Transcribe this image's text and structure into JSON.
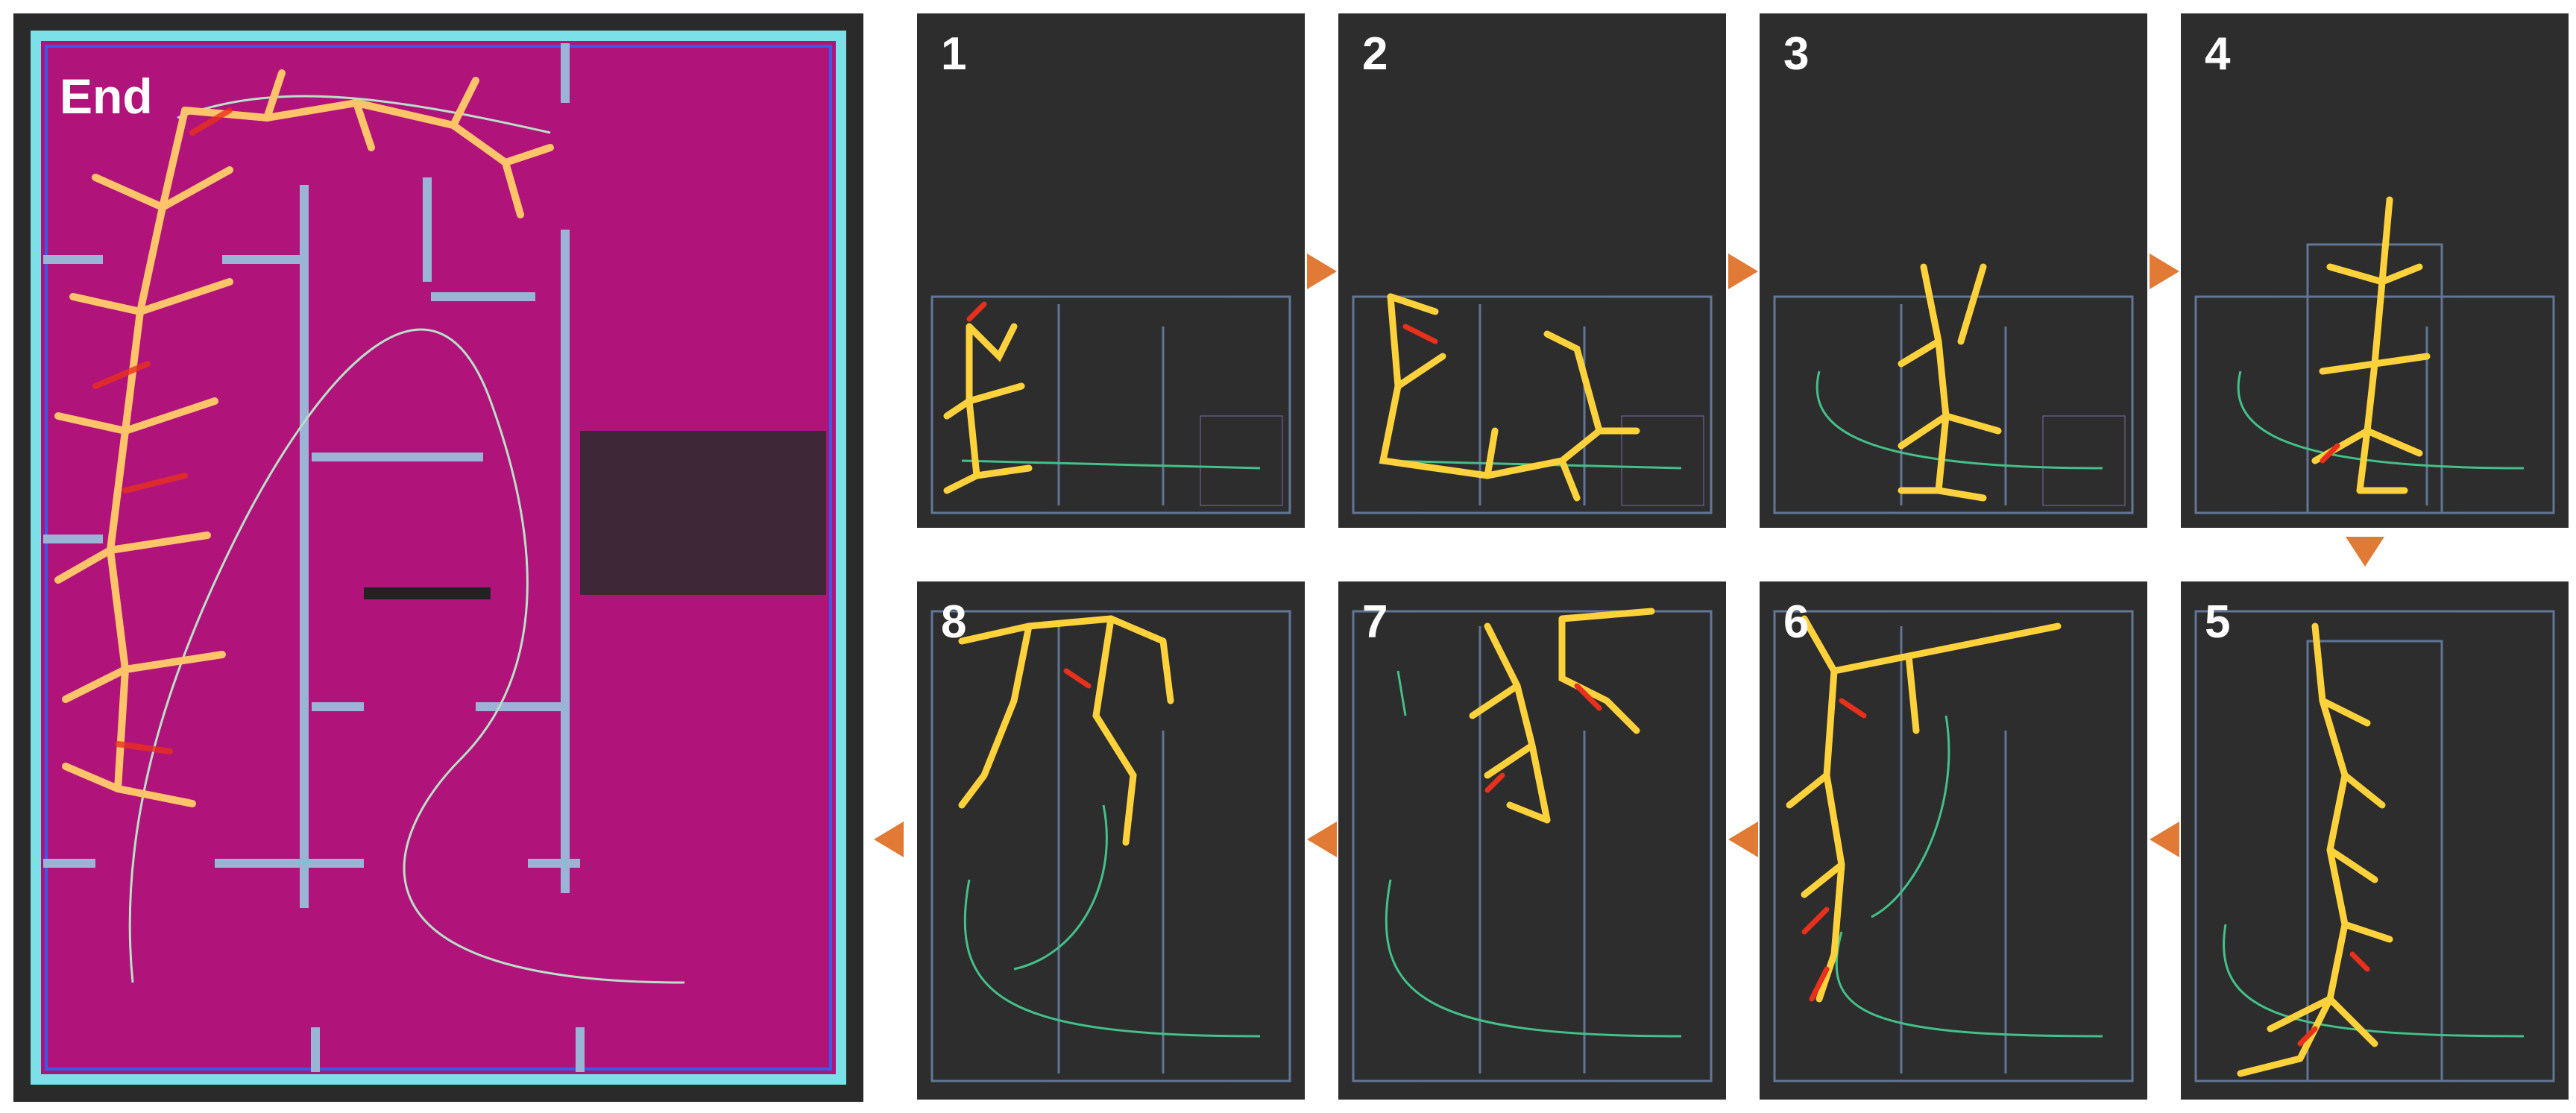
{
  "final_map": {
    "label": "End"
  },
  "steps": [
    {
      "label": "1"
    },
    {
      "label": "2"
    },
    {
      "label": "3"
    },
    {
      "label": "4"
    },
    {
      "label": "5"
    },
    {
      "label": "6"
    },
    {
      "label": "7"
    },
    {
      "label": "8"
    }
  ],
  "colors": {
    "panel_background": "#2d2d2d",
    "explored_map": "#b0147a",
    "frontier_tree": "#ffd23c",
    "frontier_tree_hot": "#e8301c",
    "trajectory": "#44c08a",
    "walls": "#8fa8c8",
    "arrow": "#e07a35"
  }
}
